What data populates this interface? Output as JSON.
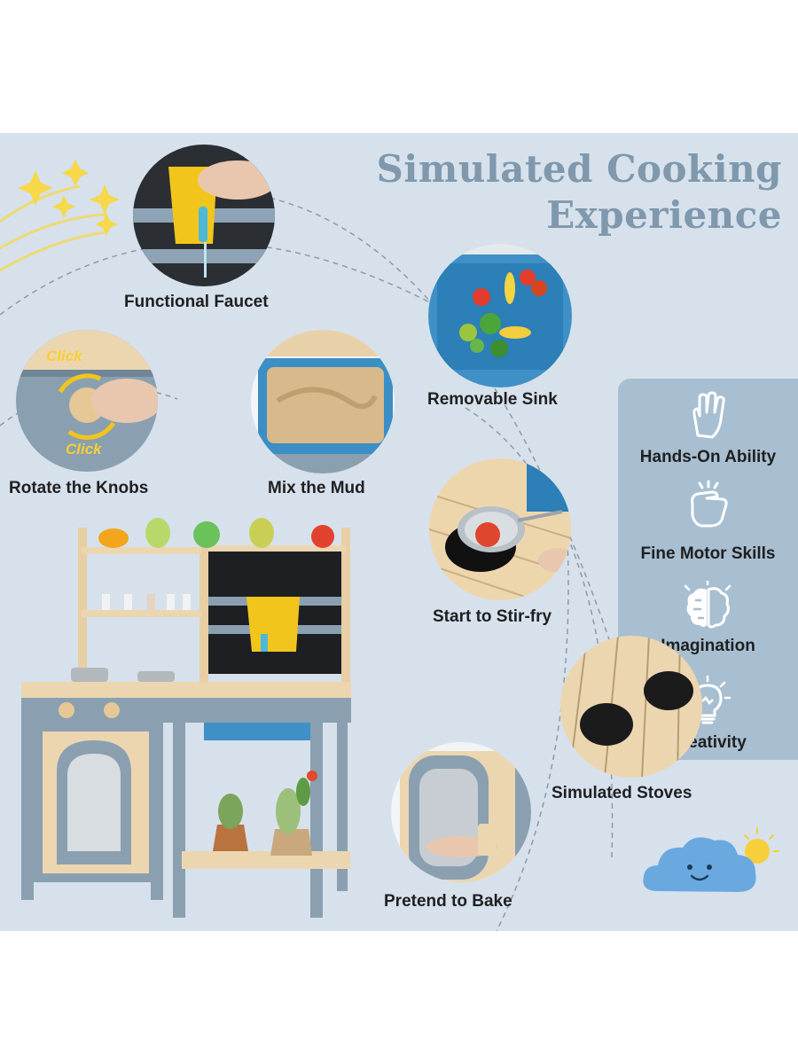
{
  "heading": {
    "line1": "Simulated Cooking",
    "line2": "Experience"
  },
  "captions": {
    "faucet": "Functional Faucet",
    "knobs": "Rotate the Knobs",
    "mud": "Mix the Mud",
    "sink": "Removable Sink",
    "stirfry": "Start to Stir-fry",
    "stoves": "Simulated Stoves",
    "bake": "Pretend to Bake"
  },
  "knob_clicks": [
    "Click",
    "Click"
  ],
  "features": [
    {
      "label": "Hands-On Ability",
      "icon": "hand-icon"
    },
    {
      "label": "Fine Motor Skills",
      "icon": "pinch-hand-icon"
    },
    {
      "label": "Imagination",
      "icon": "brain-icon"
    },
    {
      "label": "Creativity",
      "icon": "lightbulb-icon"
    }
  ],
  "colors": {
    "background": "#d6e1ec",
    "title": "#7f98ad",
    "feature_panel": "#a8bfd1",
    "kitchen_gray": "#8aa0b1",
    "wood": "#ecd6b0",
    "cup_yellow": "#f2c51c"
  }
}
